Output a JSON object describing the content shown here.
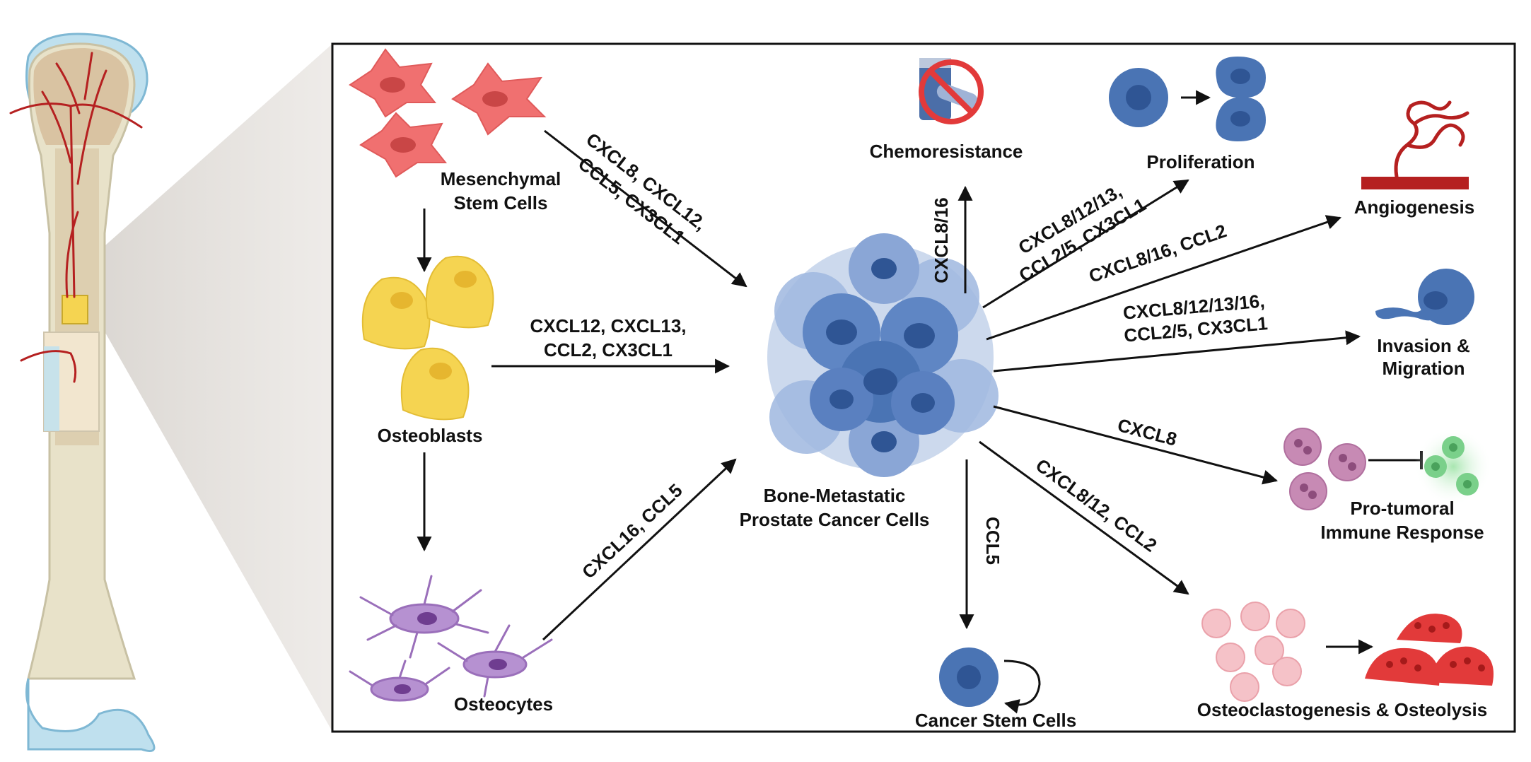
{
  "sources": {
    "msc": {
      "label_line1": "Mesenchymal",
      "label_line2": "Stem Cells"
    },
    "osteoblasts": {
      "label": "Osteoblasts"
    },
    "osteocytes": {
      "label": "Osteocytes"
    }
  },
  "center": {
    "label_line1": "Bone-Metastatic",
    "label_line2": "Prostate Cancer Cells"
  },
  "inputs": {
    "msc": {
      "line1": "CXCL8, CXCL12,",
      "line2": "CCL5, CX3CL1"
    },
    "osteoblasts": {
      "line1": "CXCL12, CXCL13,",
      "line2": "CCL2, CX3CL1"
    },
    "osteocytes": {
      "line1": "CXCL16, CCL5"
    }
  },
  "outputs": {
    "chemoresistance": {
      "label": "Chemoresistance",
      "chemokine": "CXCL8/16"
    },
    "proliferation": {
      "label": "Proliferation",
      "chemokine_line1": "CXCL8/12/13,",
      "chemokine_line2": "CCL2/5, CX3CL1"
    },
    "angiogenesis": {
      "label": "Angiogenesis",
      "chemokine": "CXCL8/16, CCL2"
    },
    "invasion": {
      "label_line1": "Invasion &",
      "label_line2": "Migration",
      "chemokine_line1": "CXCL8/12/13/16,",
      "chemokine_line2": "CCL2/5, CX3CL1"
    },
    "immune": {
      "label_line1": "Pro-tumoral",
      "label_line2": "Immune Response",
      "chemokine": "CXCL8"
    },
    "osteoclast": {
      "label": "Osteoclastogenesis & Osteolysis",
      "chemokine": "CXCL8/12, CCL2"
    },
    "stem": {
      "label": "Cancer Stem Cells",
      "chemokine": "CCL5"
    }
  },
  "colors": {
    "msc": "#f07070",
    "osteoblast": "#f5d451",
    "osteocyte": "#a77cc6",
    "cancer": "#4a74b4",
    "vessel": "#b52020",
    "osteoclast": "#e23a3a",
    "immune_green": "#7ad08a",
    "neutrophil": "#c78ab4"
  }
}
